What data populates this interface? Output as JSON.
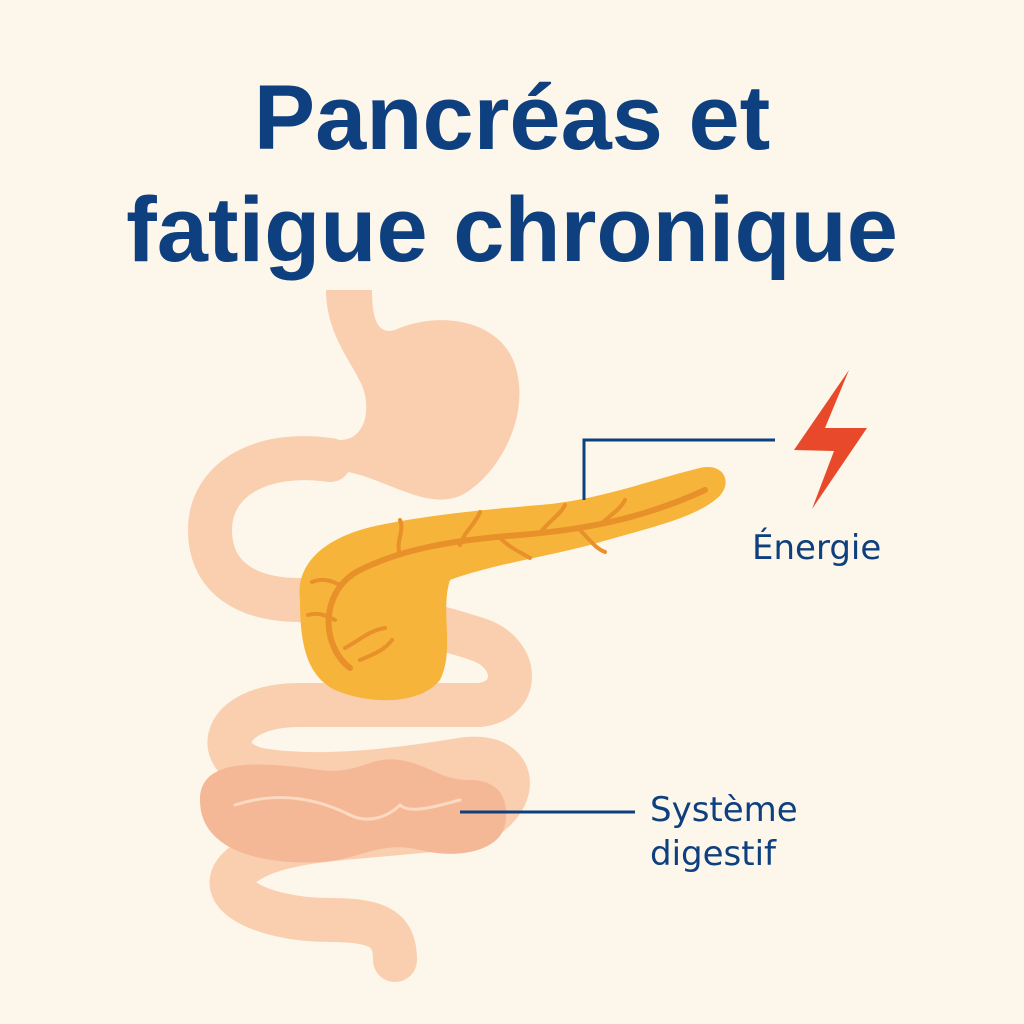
{
  "title": {
    "line1": "Pancréas et",
    "line2": "fatigue chronique"
  },
  "labels": {
    "energy": "Énergie",
    "digestive_line1": "Système",
    "digestive_line2": "digestif"
  },
  "icons": {
    "energy": "lightning-bolt-icon"
  },
  "colors": {
    "background": "#fdf6ea",
    "title_text": "#0e3f7e",
    "pancreas": "#f7b43a",
    "pancreas_veins": "#e8902a",
    "digestive_tract": "#f9cfb0",
    "colon": "#f5b896",
    "lightning": "#e8492a",
    "leader_lines": "#0e3f7e"
  }
}
